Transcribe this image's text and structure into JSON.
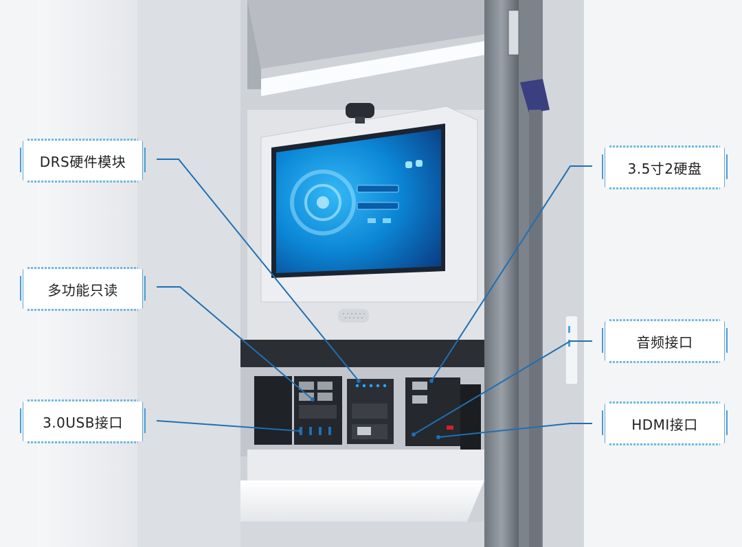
{
  "callouts": {
    "drs_module": "DRS硬件模块",
    "readonly": "多功能只读",
    "usb": "3.0USB接口",
    "hdd": "3.5寸2硬盘",
    "audio": "音频接口",
    "hdmi": "HDMI接口"
  },
  "colors": {
    "accent": "#1f6fb3",
    "frame": "#8a9199",
    "screen": "#0a79c9"
  }
}
